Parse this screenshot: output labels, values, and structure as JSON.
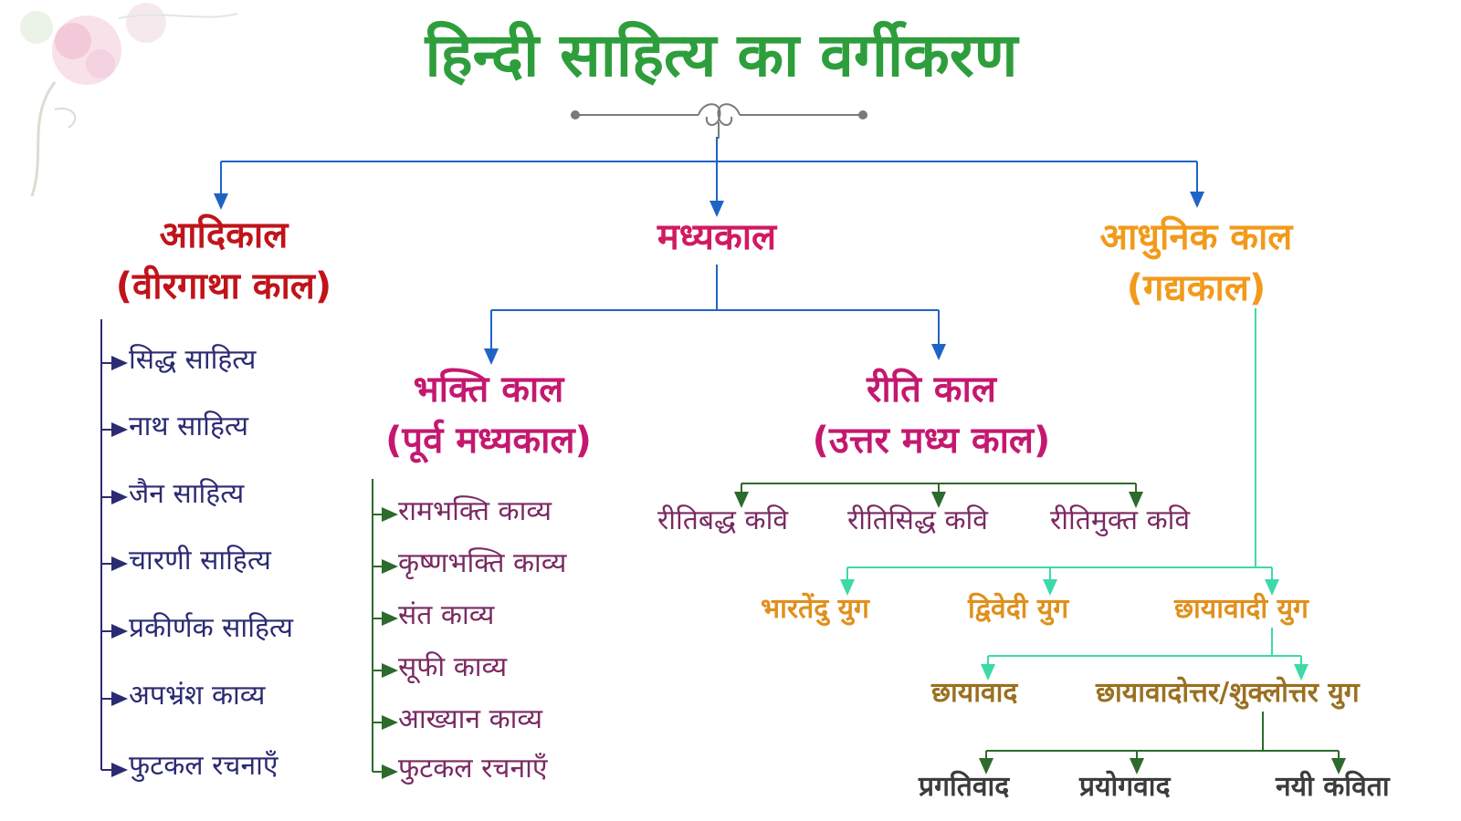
{
  "title": "हिन्दी साहित्य का वर्गीकरण",
  "adikal": {
    "name": "आदिकाल",
    "alt": "(वीरगाथा काल)",
    "items": [
      "सिद्ध साहित्य",
      "नाथ साहित्य",
      "जैन साहित्य",
      "चारणी साहित्य",
      "प्रकीर्णक साहित्य",
      "अपभ्रंश काव्य",
      "फुटकल रचनाएँ"
    ]
  },
  "madhyakal": {
    "name": "मध्यकाल"
  },
  "bhakti": {
    "name": "भक्ति काल",
    "alt": "(पूर्व मध्यकाल)",
    "items": [
      "रामभक्ति काव्य",
      "कृष्णभक्ति काव्य",
      "संत काव्य",
      "सूफी काव्य",
      "आख्यान काव्य",
      "फुटकल रचनाएँ"
    ]
  },
  "riti": {
    "name": "रीति काल",
    "alt": "(उत्तर मध्य काल)",
    "items": [
      "रीतिबद्ध कवि",
      "रीतिसिद्ध कवि",
      "रीतिमुक्त कवि"
    ]
  },
  "adhunik": {
    "name": "आधुनिक काल",
    "alt": "(गद्यकाल)",
    "yug": [
      "भारतेंदु युग",
      "द्विवेदी युग",
      "छायावादी युग"
    ]
  },
  "chhayavadi": {
    "items": [
      "छायावाद",
      "छायावादोत्तर/शुक्लोत्तर युग"
    ]
  },
  "shuklottar": {
    "items": [
      "प्रगतिवाद",
      "प्रयोगवाद",
      "नयी कविता"
    ]
  },
  "colors": {
    "title": "#2e9e3c",
    "adikal": "#c0141a",
    "madhya": "#d01a62",
    "adhunik": "#f29a1a",
    "blue_line": "#1f63c6",
    "teal_line": "#3ed9a8",
    "green_line": "#2d6a2d"
  }
}
